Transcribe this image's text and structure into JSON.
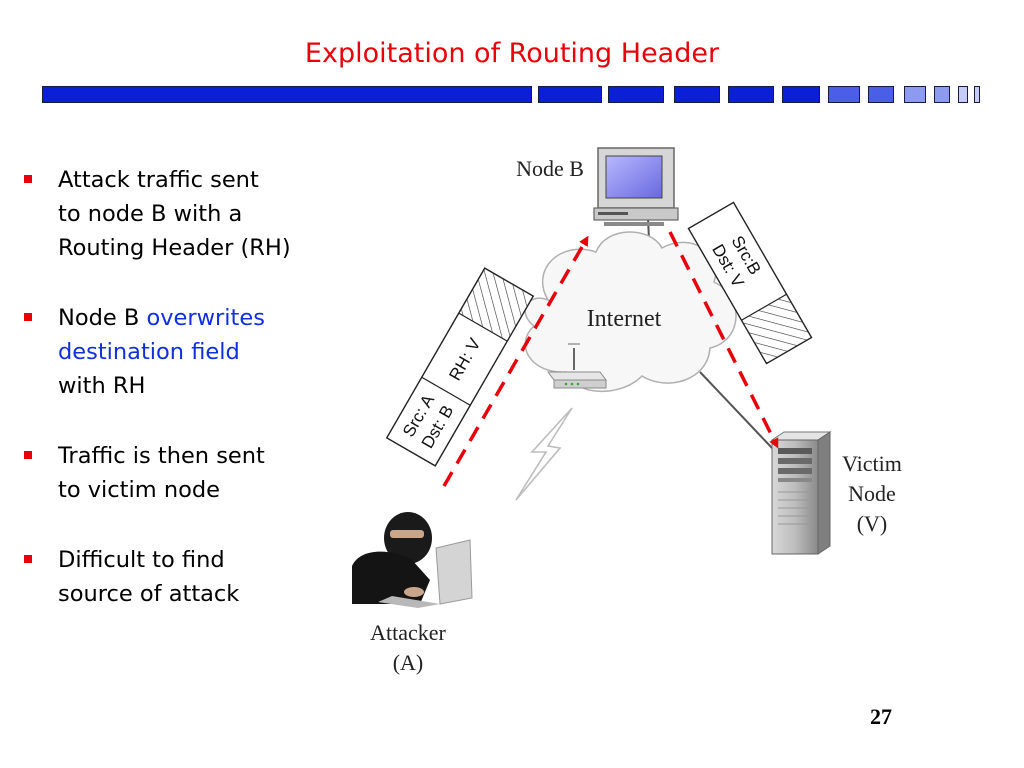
{
  "slide": {
    "title": "Exploitation of Routing Header",
    "page_number": "27"
  },
  "colors": {
    "title": "#e8000b",
    "bullet_marker": "#e8000b",
    "highlight": "#1030e0",
    "header_bar": "#0a1fd6",
    "attack_path": "#e8000b"
  },
  "bullets": [
    {
      "parts": [
        "Attack traffic sent",
        "to node B with a",
        "Routing Header (RH)"
      ]
    },
    {
      "prefix": "Node B ",
      "highlight_1": "overwrites",
      "highlight_2": "destination field",
      "suffix": "with RH"
    },
    {
      "parts": [
        "Traffic is then sent",
        "to victim node"
      ]
    },
    {
      "parts": [
        "Difficult to find",
        "source of attack"
      ]
    }
  ],
  "diagram": {
    "node_b_label": "Node B",
    "internet_label": "Internet",
    "victim_label": [
      "Victim",
      "Node",
      "(V)"
    ],
    "attacker_label": [
      "Attacker",
      "(A)"
    ],
    "packet_outbound": {
      "line1": "Src: A",
      "line2": "Dst: B",
      "line3": "RH: V"
    },
    "packet_forwarded": {
      "line1": "Src:B",
      "line2": "Dst: V"
    }
  }
}
